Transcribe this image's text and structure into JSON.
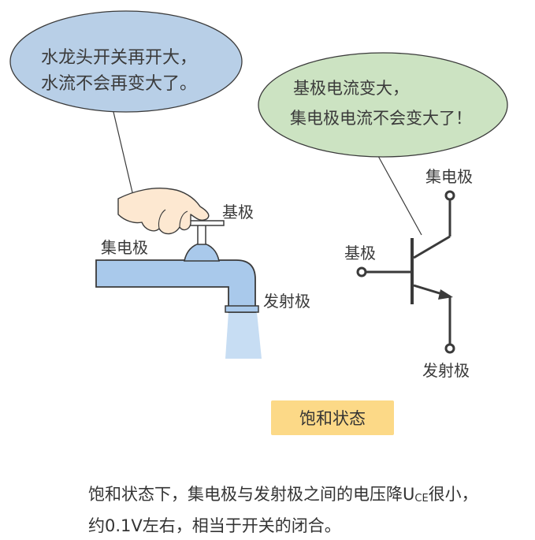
{
  "bubble_left": {
    "line1": "水龙头开关再开大，",
    "line2": "水流不会再变大了。",
    "fill": "#b8cfe7"
  },
  "bubble_right": {
    "line1": "基极电流变大，",
    "line2": "集电极电流不会变大了！",
    "fill": "#cce3c2"
  },
  "faucet": {
    "base_label": "基极",
    "collector_label": "集电极",
    "emitter_label": "发射极",
    "pipe_color": "#a9c9eb"
  },
  "transistor": {
    "collector_label": "集电极",
    "base_label": "基极",
    "emitter_label": "发射极"
  },
  "state_label": "饱和状态",
  "caption": {
    "line1_before": "饱和状态下，集电极与发射极之间的电压降U",
    "line1_sub": "CE",
    "line1_after": "很小，",
    "line2": "约0.1V左右，相当于开关的闭合。"
  }
}
